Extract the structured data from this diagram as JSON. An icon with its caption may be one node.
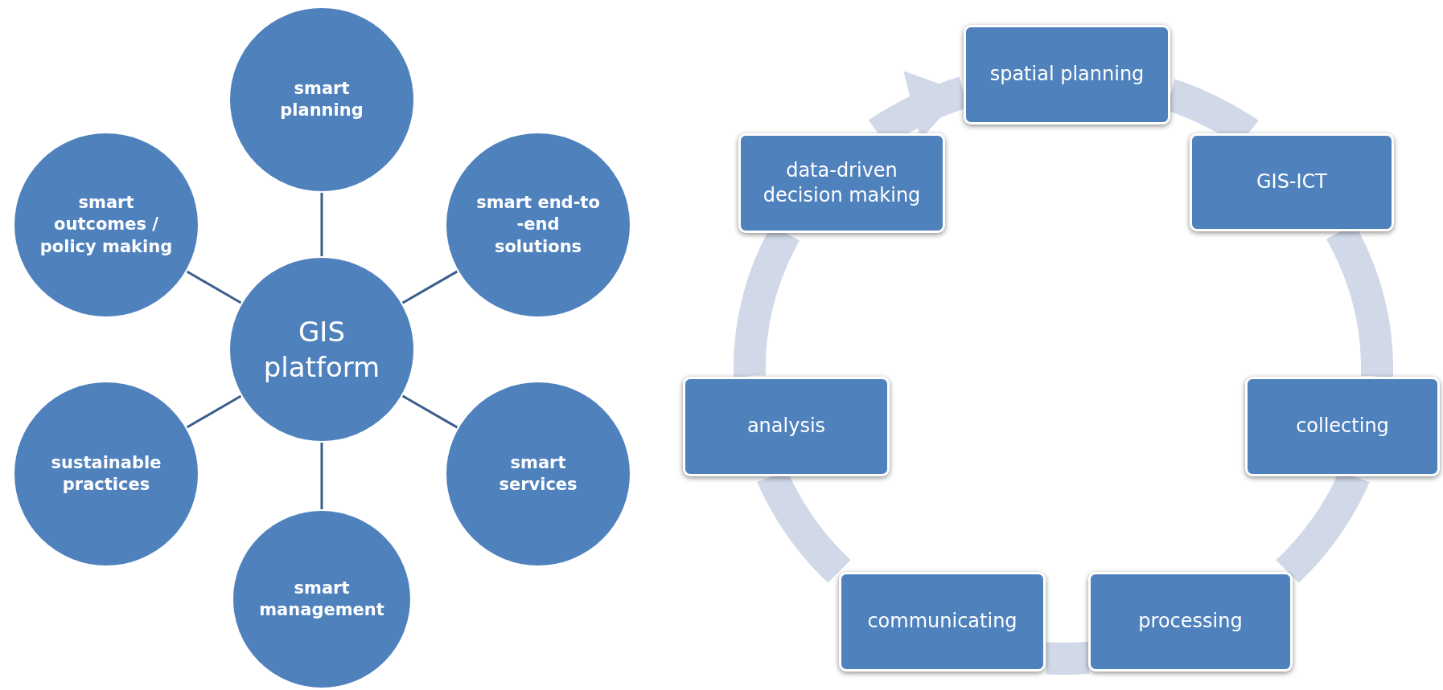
{
  "diagram": {
    "nodes": [
      {
        "text": [
          "GIS platform"
        ]
      },
      {
        "text": [
          "smart planning"
        ]
      },
      {
        "text": [
          "smart end-to -end solutions"
        ]
      },
      {
        "text": [
          "smart services"
        ]
      },
      {
        "text": [
          "smart management"
        ]
      },
      {
        "text": [
          "sustainable practices"
        ]
      },
      {
        "text": [
          "smart outcomes / policy making"
        ]
      },
      {
        "text": [
          "spatial planning"
        ]
      },
      {
        "text": [
          "GIS-ICT"
        ]
      },
      {
        "text": [
          "collecting"
        ]
      },
      {
        "text": [
          "processing"
        ]
      },
      {
        "text": [
          "communicating"
        ]
      },
      {
        "text": [
          "analysis"
        ]
      },
      {
        "text": [
          "data-driven decision making"
        ]
      }
    ],
    "edges": [
      {
        "from": 0,
        "to": 1,
        "arrow": "none",
        "color": "#3a5f8a"
      },
      {
        "from": 0,
        "to": 2,
        "arrow": "none",
        "color": "#3a5f8a"
      },
      {
        "from": 0,
        "to": 3,
        "arrow": "none",
        "color": "#3a5f8a"
      },
      {
        "from": 0,
        "to": 4,
        "arrow": "none",
        "color": "#3a5f8a"
      },
      {
        "from": 0,
        "to": 5,
        "arrow": "none",
        "color": "#3a5f8a"
      },
      {
        "from": 0,
        "to": 6,
        "arrow": "none",
        "color": "#3a5f8a"
      },
      {
        "from": 7,
        "to": 8,
        "arrow": "none",
        "color": "#d1d9e8"
      },
      {
        "from": 8,
        "to": 9,
        "arrow": "none",
        "color": "#d1d9e8"
      },
      {
        "from": 9,
        "to": 10,
        "arrow": "none",
        "color": "#d1d9e8"
      },
      {
        "from": 10,
        "to": 11,
        "arrow": "none",
        "color": "#d1d9e8"
      },
      {
        "from": 11,
        "to": 12,
        "arrow": "none",
        "color": "#d1d9e8"
      },
      {
        "from": 12,
        "to": 13,
        "arrow": "none",
        "color": "#d1d9e8"
      },
      {
        "from": 13,
        "to": 7,
        "arrow": "to",
        "color": "#d1d9e8"
      }
    ]
  }
}
